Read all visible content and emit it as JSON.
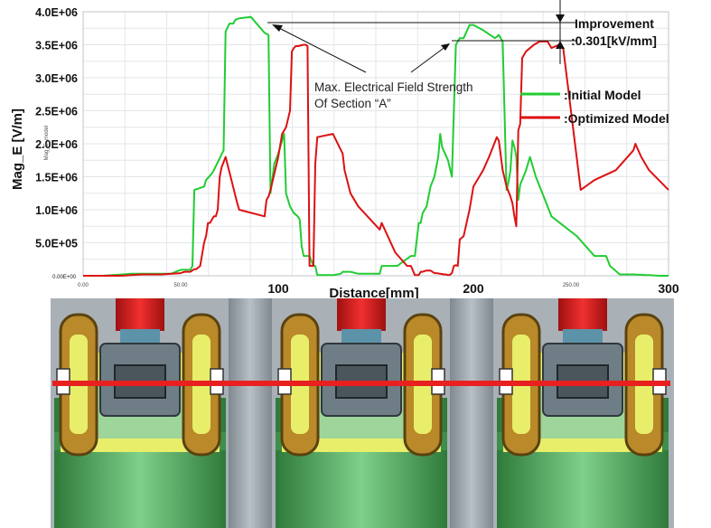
{
  "chart_data": {
    "type": "line",
    "ylabel": "Mag_E [V/m]",
    "xlabel": "Distance[mm]",
    "ylim": [
      0,
      4000000
    ],
    "xlim": [
      0,
      300
    ],
    "y_ticks": [
      "0.00E+00",
      "5.0E+05",
      "1.0E+06",
      "1.5E+06",
      "2.0E+06",
      "2.5E+06",
      "3.0E+06",
      "3.5E+06",
      "4.0E+06"
    ],
    "y_tick_values": [
      0,
      500000,
      1000000,
      1500000,
      2000000,
      2500000,
      3000000,
      3500000,
      4000000
    ],
    "x_ticks_small": [
      "0.00",
      "50.00",
      "250.00"
    ],
    "x_ticks_small_values": [
      0,
      50,
      250
    ],
    "x_ticks_big": [
      "100",
      "200",
      "300"
    ],
    "x_ticks_big_values": [
      100,
      200,
      300
    ],
    "grid": true,
    "legend_position": "right",
    "series": [
      {
        "name": ":Initial Model",
        "color": "#22cc33",
        "x": [
          0,
          10,
          25,
          40,
          45,
          50,
          55,
          56,
          57,
          62,
          63,
          66,
          67,
          72,
          73,
          75,
          77,
          78,
          80,
          86,
          93,
          95,
          96,
          98,
          100,
          103,
          104,
          106,
          108,
          110,
          111,
          112,
          113,
          116,
          118,
          119,
          120,
          128,
          132,
          133,
          137,
          141,
          152,
          153,
          161,
          168,
          170,
          172,
          173,
          174,
          176,
          178,
          180,
          182,
          183,
          184,
          187,
          189,
          191,
          193,
          195,
          198,
          200,
          205,
          211,
          212,
          213,
          215,
          217,
          218,
          219,
          220,
          221,
          222,
          223,
          224,
          227,
          229,
          230,
          232,
          236,
          240,
          253,
          262,
          268,
          270,
          275,
          279,
          282,
          283,
          284,
          286,
          288,
          289,
          290,
          295,
          300
        ],
        "y": [
          0,
          0,
          30000,
          30000,
          30000,
          90000,
          90000,
          150000,
          1300000,
          1350000,
          1450000,
          1550000,
          1600000,
          1900000,
          3700000,
          3820000,
          3820000,
          3880000,
          3900000,
          3920000,
          3680000,
          3650000,
          1250000,
          1700000,
          1850000,
          2150000,
          1250000,
          1050000,
          950000,
          900000,
          850000,
          450000,
          300000,
          300000,
          150000,
          150000,
          10000,
          10000,
          30000,
          60000,
          60000,
          30000,
          30000,
          150000,
          150000,
          300000,
          300000,
          800000,
          800000,
          950000,
          1050000,
          1350000,
          1500000,
          1800000,
          2150000,
          1950000,
          1750000,
          1500000,
          3500000,
          3600000,
          3600000,
          3800000,
          3800000,
          3720000,
          3600000,
          3620000,
          3650000,
          3550000,
          1300000,
          1420000,
          1600000,
          2050000,
          1950000,
          1800000,
          1150000,
          1380000,
          1600000,
          1800000,
          1700000,
          1500000,
          1200000,
          900000,
          600000,
          300000,
          300000,
          150000,
          20000,
          20000,
          20000,
          20000,
          15000,
          15000,
          10000,
          10000,
          10000,
          0,
          0
        ]
      },
      {
        "name": ":Optimized Model",
        "color": "#dd1111",
        "x": [
          0,
          20,
          30,
          40,
          50,
          52,
          55,
          57,
          58,
          60,
          62,
          63,
          64,
          65,
          67,
          68,
          69,
          70,
          71,
          73,
          76,
          79,
          80,
          93,
          94,
          95,
          96,
          100,
          102,
          104,
          106,
          107,
          108,
          109,
          110,
          113,
          114,
          115,
          116,
          118,
          119,
          120,
          128,
          133,
          134,
          137,
          141,
          152,
          153,
          160,
          166,
          168,
          170,
          172,
          173,
          174,
          176,
          178,
          180,
          181,
          185,
          186,
          187,
          188,
          189,
          190,
          191,
          192,
          193,
          195,
          198,
          200,
          205,
          208,
          212,
          213,
          215,
          217,
          219,
          220,
          221,
          222,
          223,
          224,
          225,
          227,
          231,
          234,
          238,
          240,
          244,
          246,
          255,
          262,
          273,
          282,
          283,
          286,
          290,
          300
        ],
        "y": [
          0,
          0,
          20000,
          20000,
          40000,
          60000,
          60000,
          100000,
          100000,
          150000,
          500000,
          600000,
          800000,
          800000,
          900000,
          900000,
          1000000,
          1500000,
          1650000,
          1800000,
          1450000,
          1100000,
          1000000,
          900000,
          1150000,
          1200000,
          1300000,
          1800000,
          2150000,
          2250000,
          2500000,
          3400000,
          3450000,
          3480000,
          3480000,
          3500000,
          3500000,
          3480000,
          150000,
          150000,
          1700000,
          2100000,
          2150000,
          1850000,
          1600000,
          1250000,
          1050000,
          700000,
          800000,
          350000,
          150000,
          150000,
          10000,
          10000,
          60000,
          60000,
          80000,
          80000,
          40000,
          40000,
          20000,
          20000,
          10000,
          15000,
          40000,
          150000,
          160000,
          150000,
          550000,
          600000,
          1000000,
          1350000,
          1600000,
          1800000,
          2100000,
          2050000,
          1600000,
          1350000,
          1200000,
          1100000,
          900000,
          750000,
          2200000,
          2300000,
          3300000,
          3400000,
          3500000,
          3550000,
          3550000,
          3450000,
          3500000,
          3450000,
          1300000,
          1450000,
          1600000,
          1900000,
          2000000,
          1800000,
          1600000,
          1300000
        ]
      }
    ]
  },
  "annotations": {
    "peak_label": "Max. Electrical Field Strength",
    "peak_label_line2": "Of Section “A”",
    "improvement_label": "Improvement",
    "improvement_value": ":0.301[kV/mm]",
    "vertical_axis_tag": "Mag_E_model"
  },
  "section_colors": {
    "body_green": "#5cb86a",
    "accent_red": "#e82020",
    "connector_gold": "#b9892a",
    "insulator_yellow": "#e8ee6a",
    "metal_gray": "#6f7d86",
    "background_gray": "#a9b1b7"
  }
}
